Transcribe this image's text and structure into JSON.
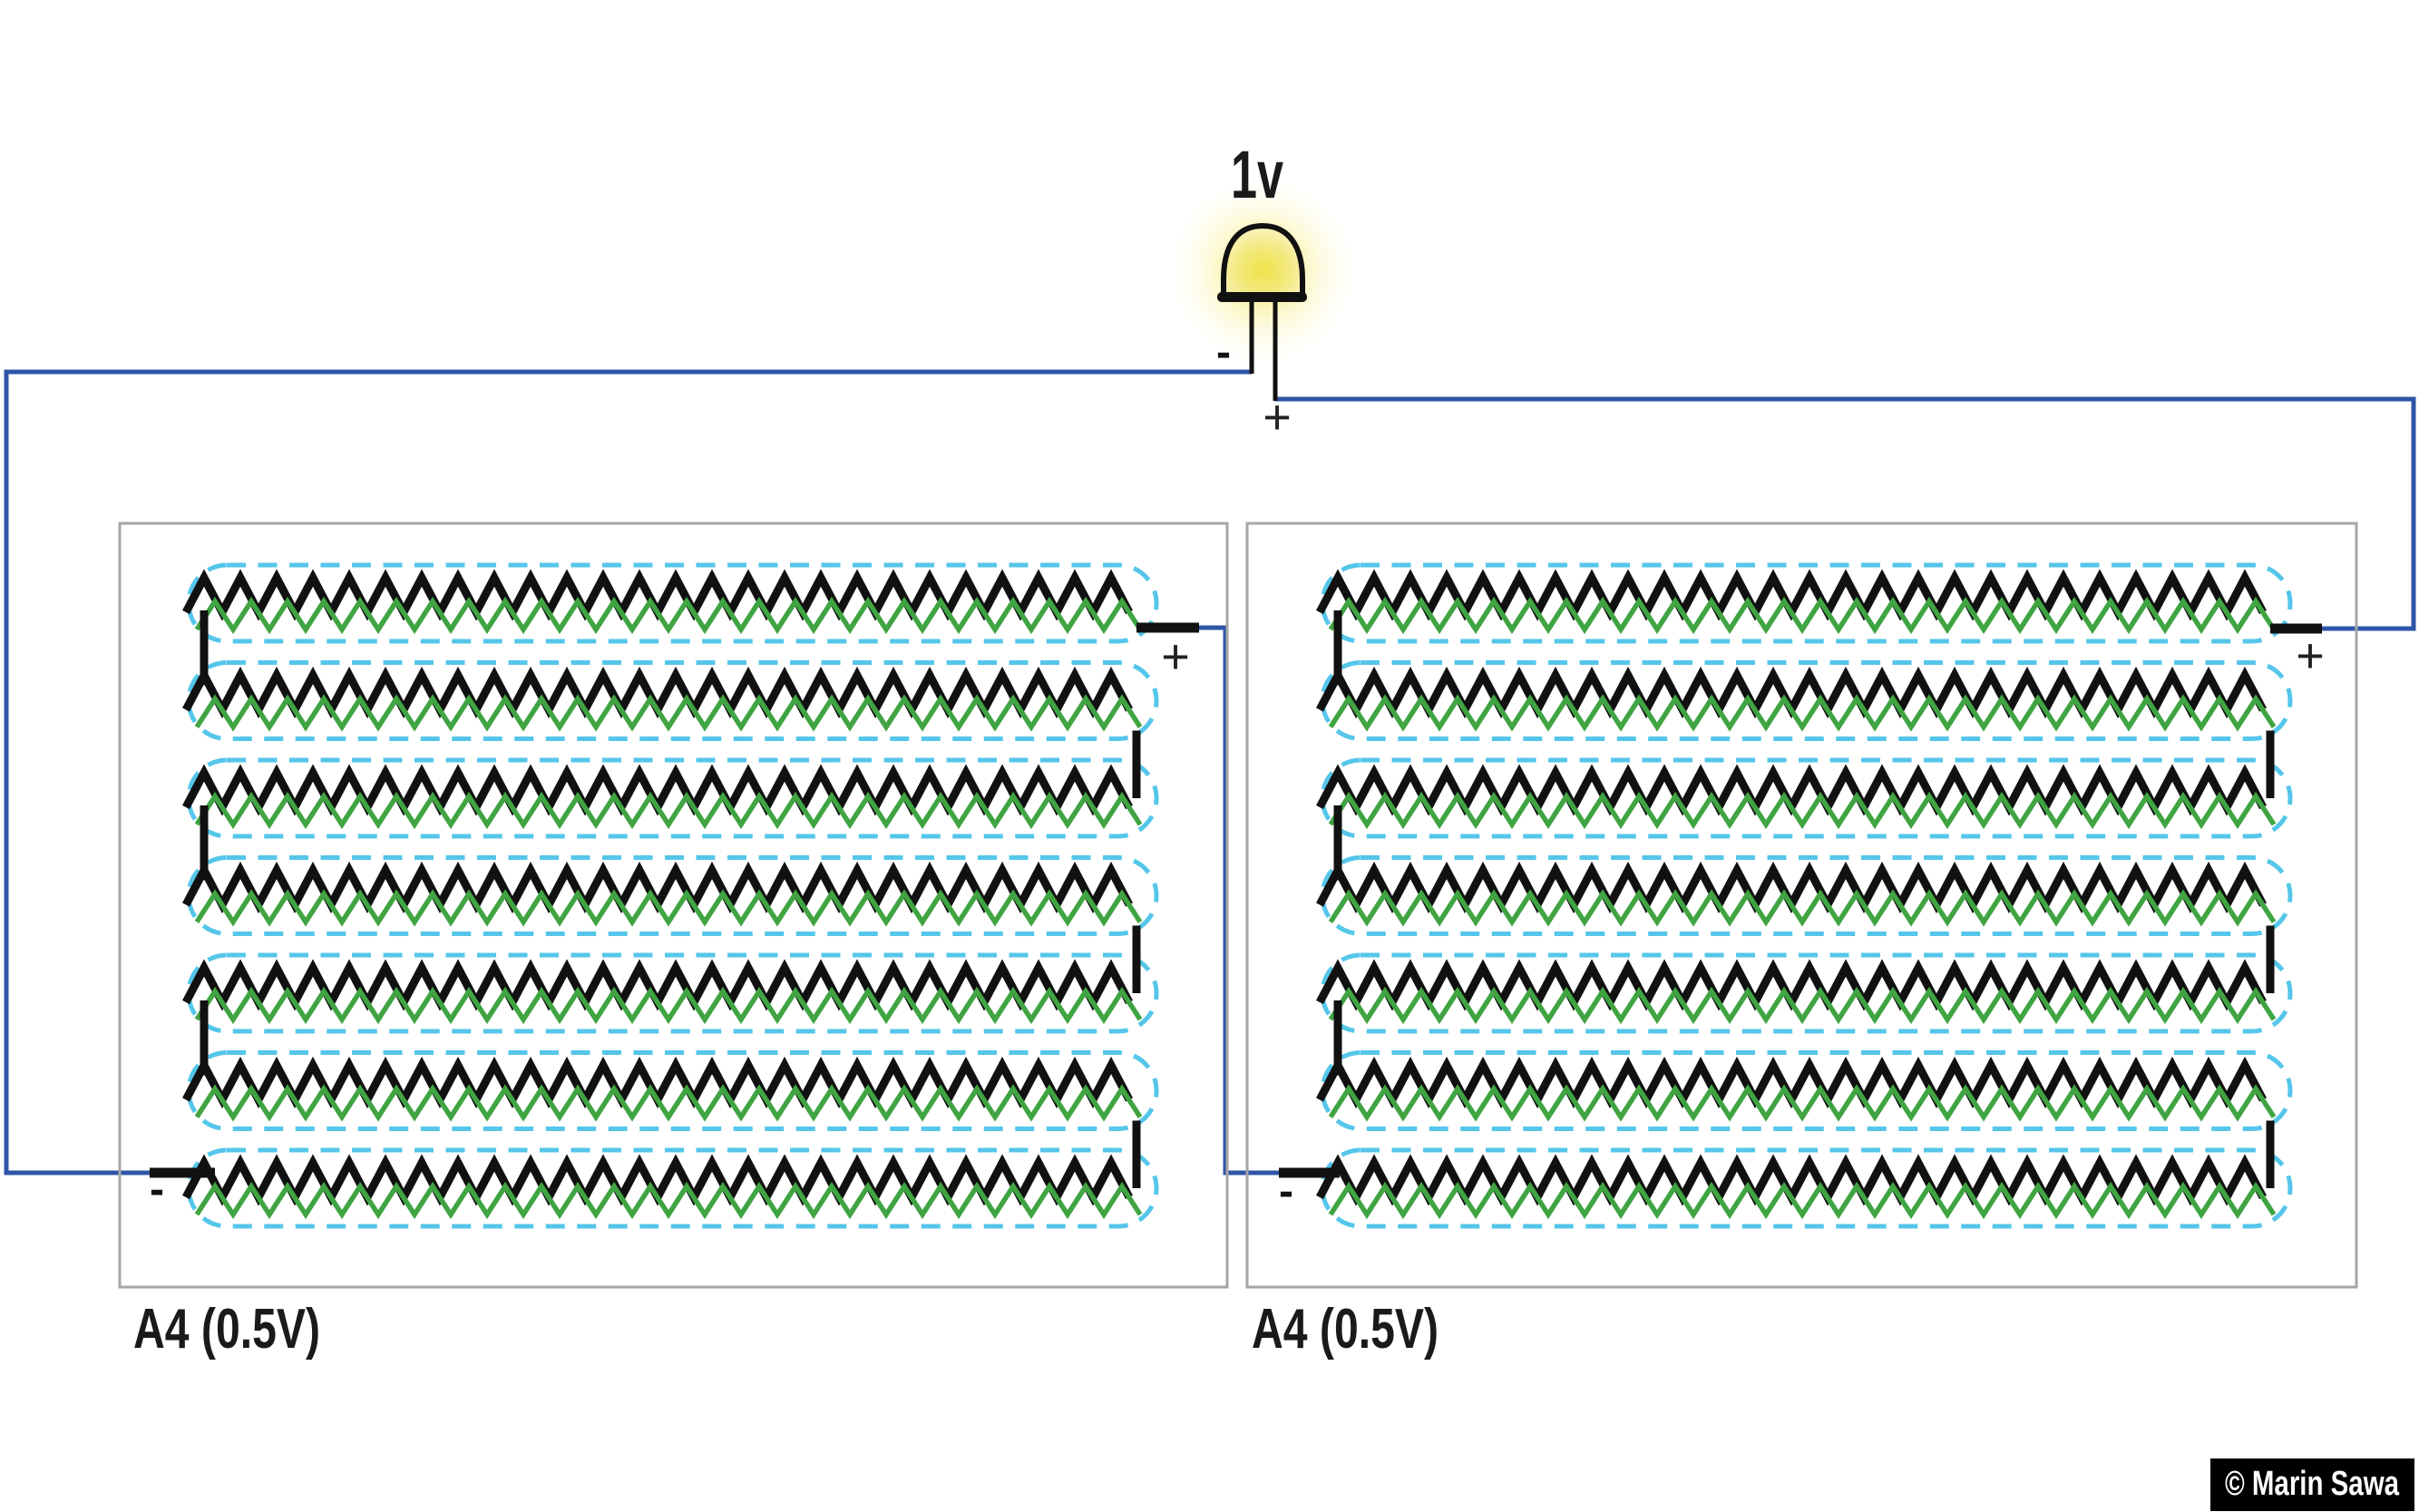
{
  "led": {
    "voltage_label": "1v",
    "cathode_label": "-",
    "anode_label": "+"
  },
  "panels": [
    {
      "label": "A4 (0.5V)",
      "plus_label": "+",
      "minus_label": "-",
      "ribbon_rows": 7
    },
    {
      "label": "A4 (0.5V)",
      "plus_label": "+",
      "minus_label": "-",
      "ribbon_rows": 7
    }
  ],
  "credit_badge": {
    "text": "© Marin Sawa"
  },
  "colors": {
    "wire_blue": "#2F55A8",
    "algae_green": "#3FA441",
    "ribbon_black": "#111111",
    "dash_cyan": "#55C6EA",
    "box_border": "#A6A6A6",
    "led_core": "#F0E24A",
    "led_glow": "#F6EE8C",
    "badge_bg": "#000000",
    "badge_text": "#ffffff"
  }
}
